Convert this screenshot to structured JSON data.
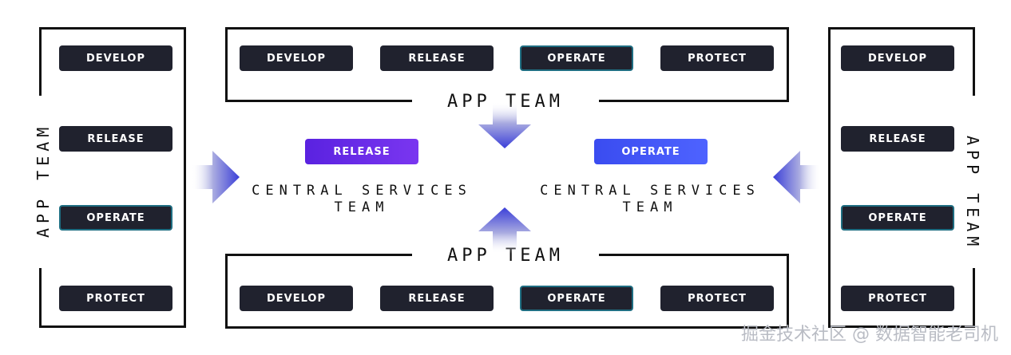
{
  "stages": {
    "develop": "DEVELOP",
    "release": "RELEASE",
    "operate": "OPERATE",
    "protect": "PROTECT"
  },
  "app_team_label": "APP TEAM",
  "central": {
    "release_label": "RELEASE",
    "operate_label": "OPERATE",
    "line1": "CENTRAL SERVICES",
    "line2": "TEAM"
  },
  "watermark": "掘金技术社区 @ 数据智能老司机",
  "colors": {
    "button_bg": "#20222e",
    "operate_border": "#1f6e82",
    "release_accent": "#6a2ce8",
    "operate_accent": "#4558fa",
    "arrow_accent": "#4a4fe0"
  }
}
